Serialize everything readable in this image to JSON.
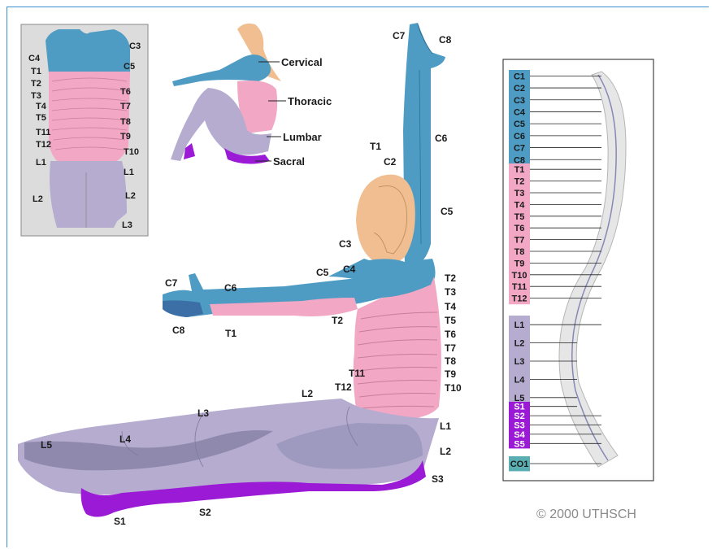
{
  "colors": {
    "cervical": "#4e9cc4",
    "thoracic": "#f2a7c5",
    "lumbar": "#b5acd0",
    "sacral": "#9b1ad6",
    "coccygeal": "#5aaeb2",
    "skin": "#f0be90",
    "border": "#3d8fd0"
  },
  "legend": {
    "cervical": "Cervical",
    "thoracic": "Thoracic",
    "lumbar": "Lumbar",
    "sacral": "Sacral"
  },
  "torso_labels": [
    "C3",
    "C4",
    "C5",
    "T1",
    "T2",
    "T3",
    "T4",
    "T5",
    "T6",
    "T7",
    "T8",
    "T9",
    "T10",
    "T11",
    "T12",
    "L1",
    "L1",
    "L2",
    "L2",
    "L3"
  ],
  "figure_labels": [
    "C7",
    "C8",
    "T1",
    "C6",
    "C2",
    "C5",
    "C3",
    "C4",
    "C5",
    "C7",
    "C6",
    "C8",
    "T1",
    "T2",
    "T2",
    "T3",
    "T4",
    "T5",
    "T6",
    "T7",
    "T8",
    "T9",
    "T10",
    "T11",
    "T12",
    "L2",
    "L3",
    "L4",
    "L5",
    "L1",
    "L2",
    "S3",
    "S1",
    "S2"
  ],
  "spine_levels": [
    {
      "label": "C1",
      "region": "cervical"
    },
    {
      "label": "C2",
      "region": "cervical"
    },
    {
      "label": "C3",
      "region": "cervical"
    },
    {
      "label": "C4",
      "region": "cervical"
    },
    {
      "label": "C5",
      "region": "cervical"
    },
    {
      "label": "C6",
      "region": "cervical"
    },
    {
      "label": "C7",
      "region": "cervical"
    },
    {
      "label": "C8",
      "region": "cervical"
    },
    {
      "label": "T1",
      "region": "thoracic"
    },
    {
      "label": "T2",
      "region": "thoracic"
    },
    {
      "label": "T3",
      "region": "thoracic"
    },
    {
      "label": "T4",
      "region": "thoracic"
    },
    {
      "label": "T5",
      "region": "thoracic"
    },
    {
      "label": "T6",
      "region": "thoracic"
    },
    {
      "label": "T7",
      "region": "thoracic"
    },
    {
      "label": "T8",
      "region": "thoracic"
    },
    {
      "label": "T9",
      "region": "thoracic"
    },
    {
      "label": "T10",
      "region": "thoracic"
    },
    {
      "label": "T11",
      "region": "thoracic"
    },
    {
      "label": "T12",
      "region": "thoracic"
    },
    {
      "label": "L1",
      "region": "lumbar"
    },
    {
      "label": "L2",
      "region": "lumbar"
    },
    {
      "label": "L3",
      "region": "lumbar"
    },
    {
      "label": "L4",
      "region": "lumbar"
    },
    {
      "label": "L5",
      "region": "lumbar"
    },
    {
      "label": "S1",
      "region": "sacral"
    },
    {
      "label": "S2",
      "region": "sacral"
    },
    {
      "label": "S3",
      "region": "sacral"
    },
    {
      "label": "S4",
      "region": "sacral"
    },
    {
      "label": "S5",
      "region": "sacral"
    },
    {
      "label": "CO1",
      "region": "coccygeal"
    }
  ],
  "copyright": "2000 UTHSCH"
}
